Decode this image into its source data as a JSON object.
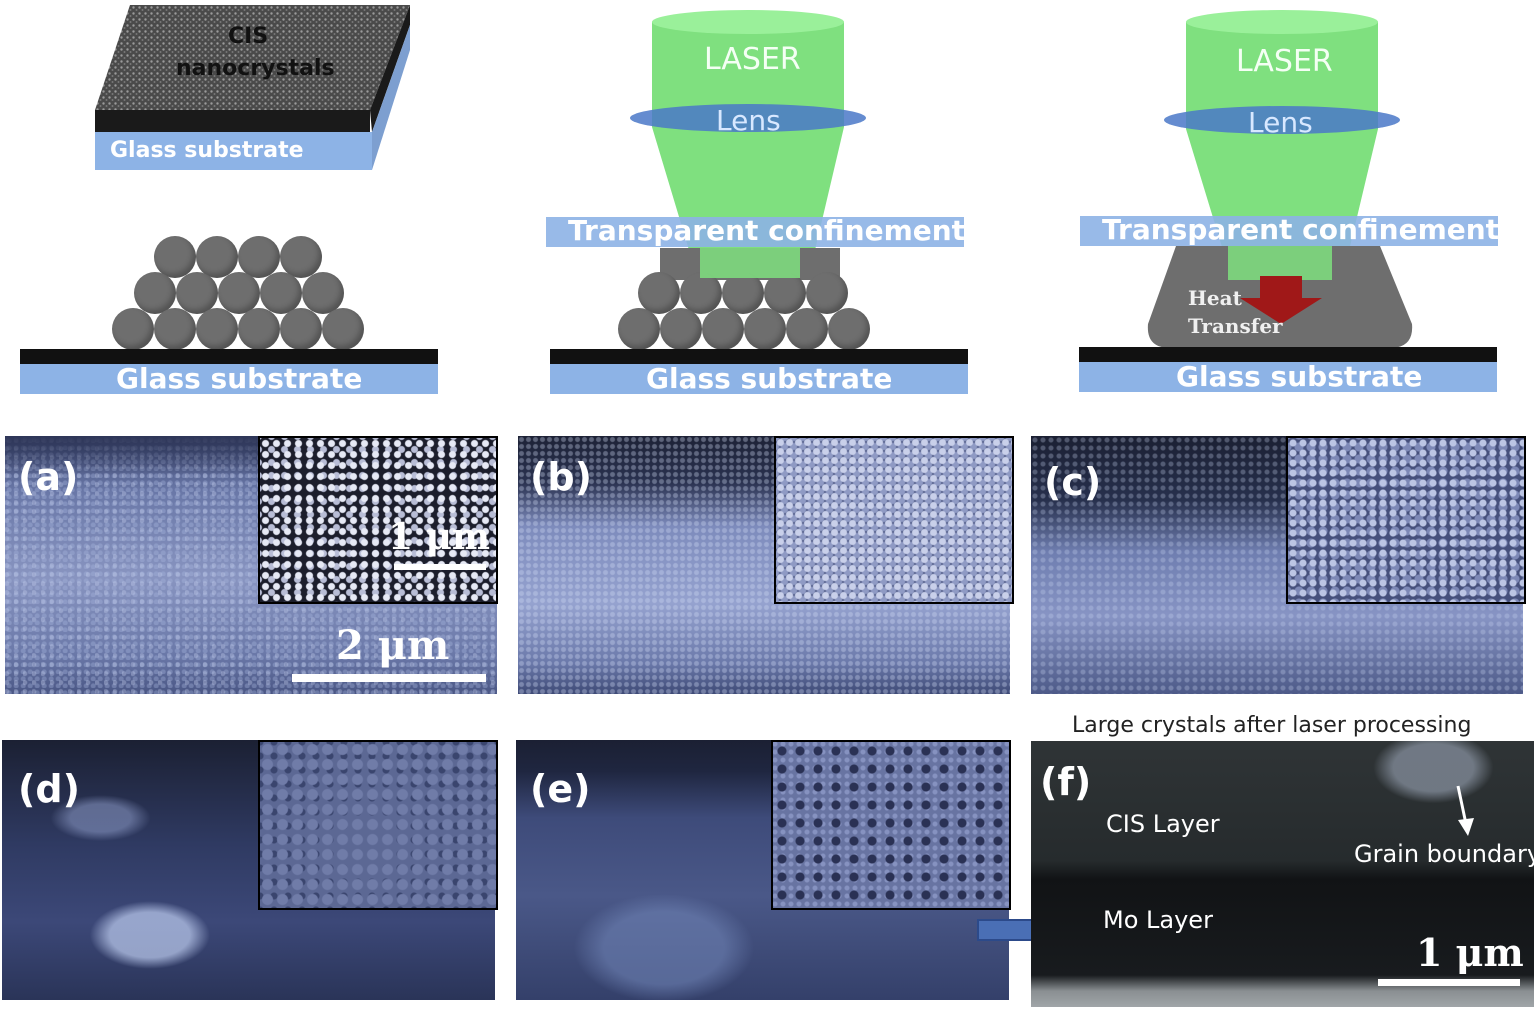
{
  "schematics": {
    "box": {
      "top_label_line1": "CIS",
      "top_label_line2": "nanocrystals",
      "substrate_label": "Glass substrate"
    },
    "stage1": {
      "substrate_label": "Glass substrate"
    },
    "stage2": {
      "laser_label": "LASER",
      "lens_label": "Lens",
      "confinement_label": "Transparent confinement",
      "substrate_label": "Glass substrate"
    },
    "stage3": {
      "laser_label": "LASER",
      "lens_label": "Lens",
      "confinement_label": "Transparent confinement",
      "heat_label_line1": "Heat",
      "heat_label_line2": "Transfer",
      "substrate_label": "Glass substrate"
    }
  },
  "sem_panels": {
    "a": {
      "letter": "(a)",
      "inset_scale": "1 μm",
      "main_scale": "2 μm"
    },
    "b": {
      "letter": "(b)"
    },
    "c": {
      "letter": "(c)"
    },
    "d": {
      "letter": "(d)"
    },
    "e": {
      "letter": "(e)"
    },
    "f": {
      "letter": "(f)",
      "caption": "Large crystals after laser processing",
      "cis_layer": "CIS Layer",
      "grain_boundary": "Grain boundary",
      "mo_layer": "Mo Layer",
      "scale": "1 μm"
    }
  },
  "colors": {
    "glass": "#8db3e6",
    "laser": "#80e080",
    "lens": "#4a78c8",
    "particle": "#6e6e6e",
    "heat_arrow": "#a01818",
    "pointer_arrow": "#4a6fb5"
  }
}
